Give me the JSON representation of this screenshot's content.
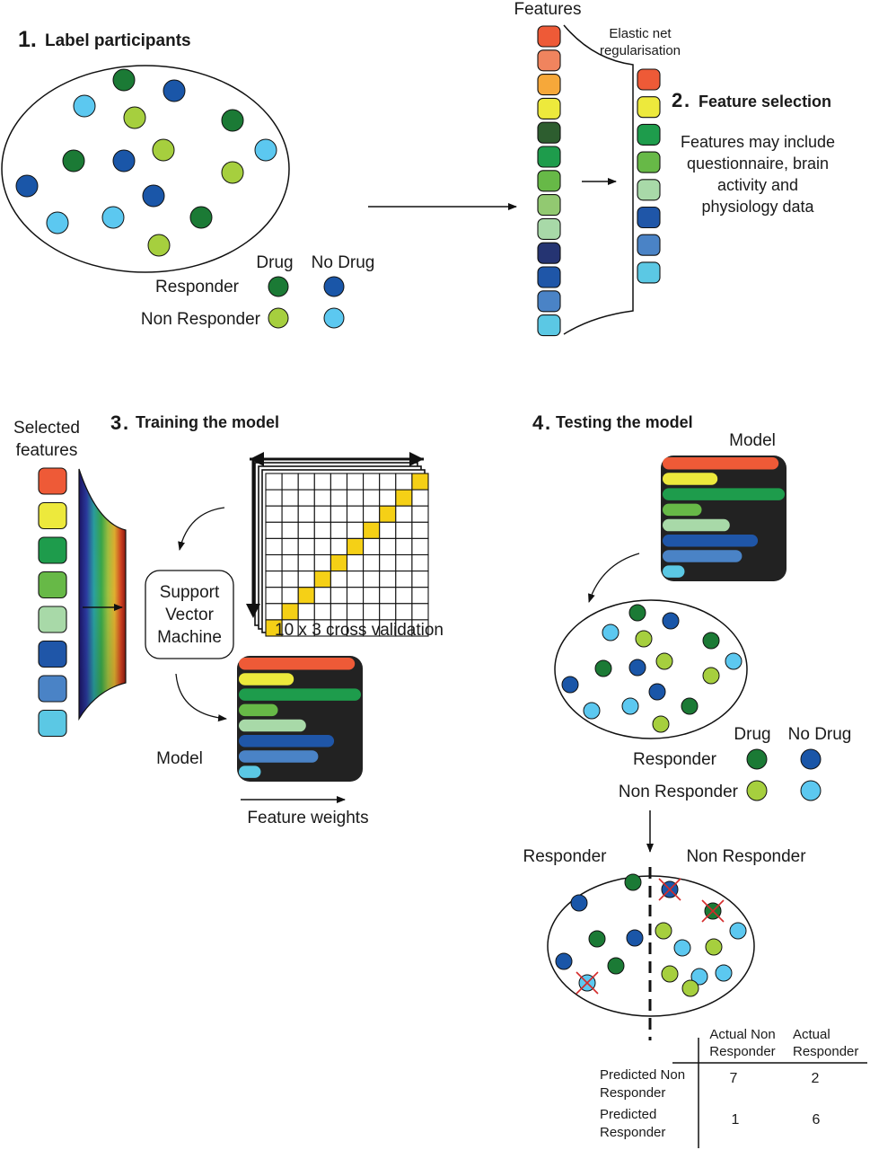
{
  "colors": {
    "drug_responder": "#1b7a35",
    "nodrug_responder": "#1a56a8",
    "drug_nonresponder": "#a6cf3e",
    "nodrug_nonresponder": "#5cc8f0",
    "cross_mark": "#d42a2a",
    "highlight_cell": "#f5d016",
    "model_panel": "#222222"
  },
  "feature_palette": [
    "#ee5a37",
    "#f0845e",
    "#f6a83a",
    "#ede93c",
    "#2d5d2f",
    "#1e9c4c",
    "#67b947",
    "#92c971",
    "#a8d9a8",
    "#253472",
    "#1f56a8",
    "#4a83c6",
    "#5bc8e4"
  ],
  "selected_palette": [
    "#ee5a37",
    "#ede93c",
    "#1e9c4c",
    "#67b947",
    "#a8d9a8",
    "#1f56a8",
    "#4a83c6",
    "#5bc8e4"
  ],
  "step1": {
    "number": "1.",
    "title": "Label participants",
    "legend": {
      "col_drug": "Drug",
      "col_nodrug": "No Drug",
      "row_responder": "Responder",
      "row_nonresponder": "Non Responder"
    }
  },
  "step2": {
    "features_label": "Features",
    "method_line1": "Elastic net",
    "method_line2": "regularisation",
    "number": "2",
    "title": "Feature selection",
    "desc_lines": [
      "Features may include",
      "questionnaire, brain",
      "activity and",
      "physiology data"
    ]
  },
  "step3": {
    "number": "3",
    "title": "Training the model",
    "selected_line1": "Selected",
    "selected_line2": "features",
    "svm_lines": [
      "Support",
      "Vector",
      "Machine"
    ],
    "cv_label": "10 x 3 cross validation",
    "model_label": "Model",
    "weights_label": "Feature weights",
    "model_bars": [
      0.95,
      0.45,
      1.0,
      0.32,
      0.55,
      0.78,
      0.65,
      0.18
    ]
  },
  "step4": {
    "number": "4",
    "title": "Testing the model",
    "model_label": "Model",
    "model_bars": [
      0.95,
      0.45,
      1.0,
      0.32,
      0.55,
      0.78,
      0.65,
      0.18
    ],
    "legend": {
      "col_drug": "Drug",
      "col_nodrug": "No Drug",
      "row_responder": "Responder",
      "row_nonresponder": "Non Responder"
    },
    "split_left": "Responder",
    "split_right": "Non Responder",
    "confusion": {
      "col_headers": [
        [
          "Actual Non",
          "Responder"
        ],
        [
          "Actual",
          "Responder"
        ]
      ],
      "row_headers": [
        [
          "Predicted Non",
          "Responder"
        ],
        [
          "Predicted",
          "Responder"
        ]
      ],
      "values": [
        [
          "7",
          "2"
        ],
        [
          "1",
          "6"
        ]
      ]
    }
  }
}
